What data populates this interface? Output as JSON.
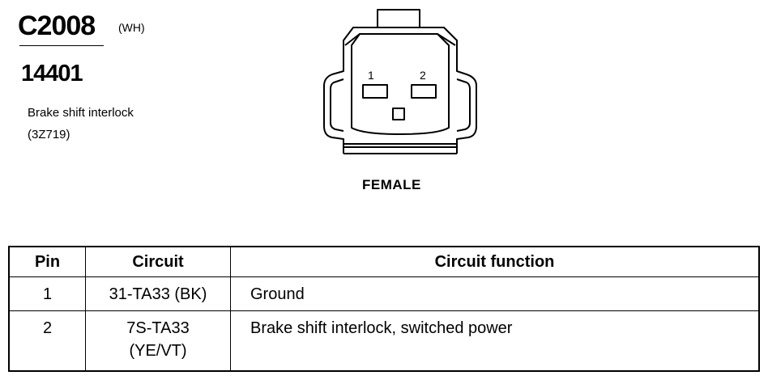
{
  "connector": {
    "id": "C2008",
    "color_code": "(WH)",
    "part_number": "14401",
    "description": [
      "Brake shift interlock",
      "(3Z719)"
    ],
    "gender": "FEMALE",
    "pin_numbers": [
      "1",
      "2"
    ]
  },
  "table": {
    "headers": [
      "Pin",
      "Circuit",
      "Circuit function"
    ],
    "rows": [
      {
        "pin": "1",
        "circuit": "31-TA33 (BK)",
        "function": "Ground"
      },
      {
        "pin": "2",
        "circuit_lines": [
          "7S-TA33",
          "(YE/VT)"
        ],
        "function": "Brake shift interlock, switched power"
      }
    ]
  }
}
